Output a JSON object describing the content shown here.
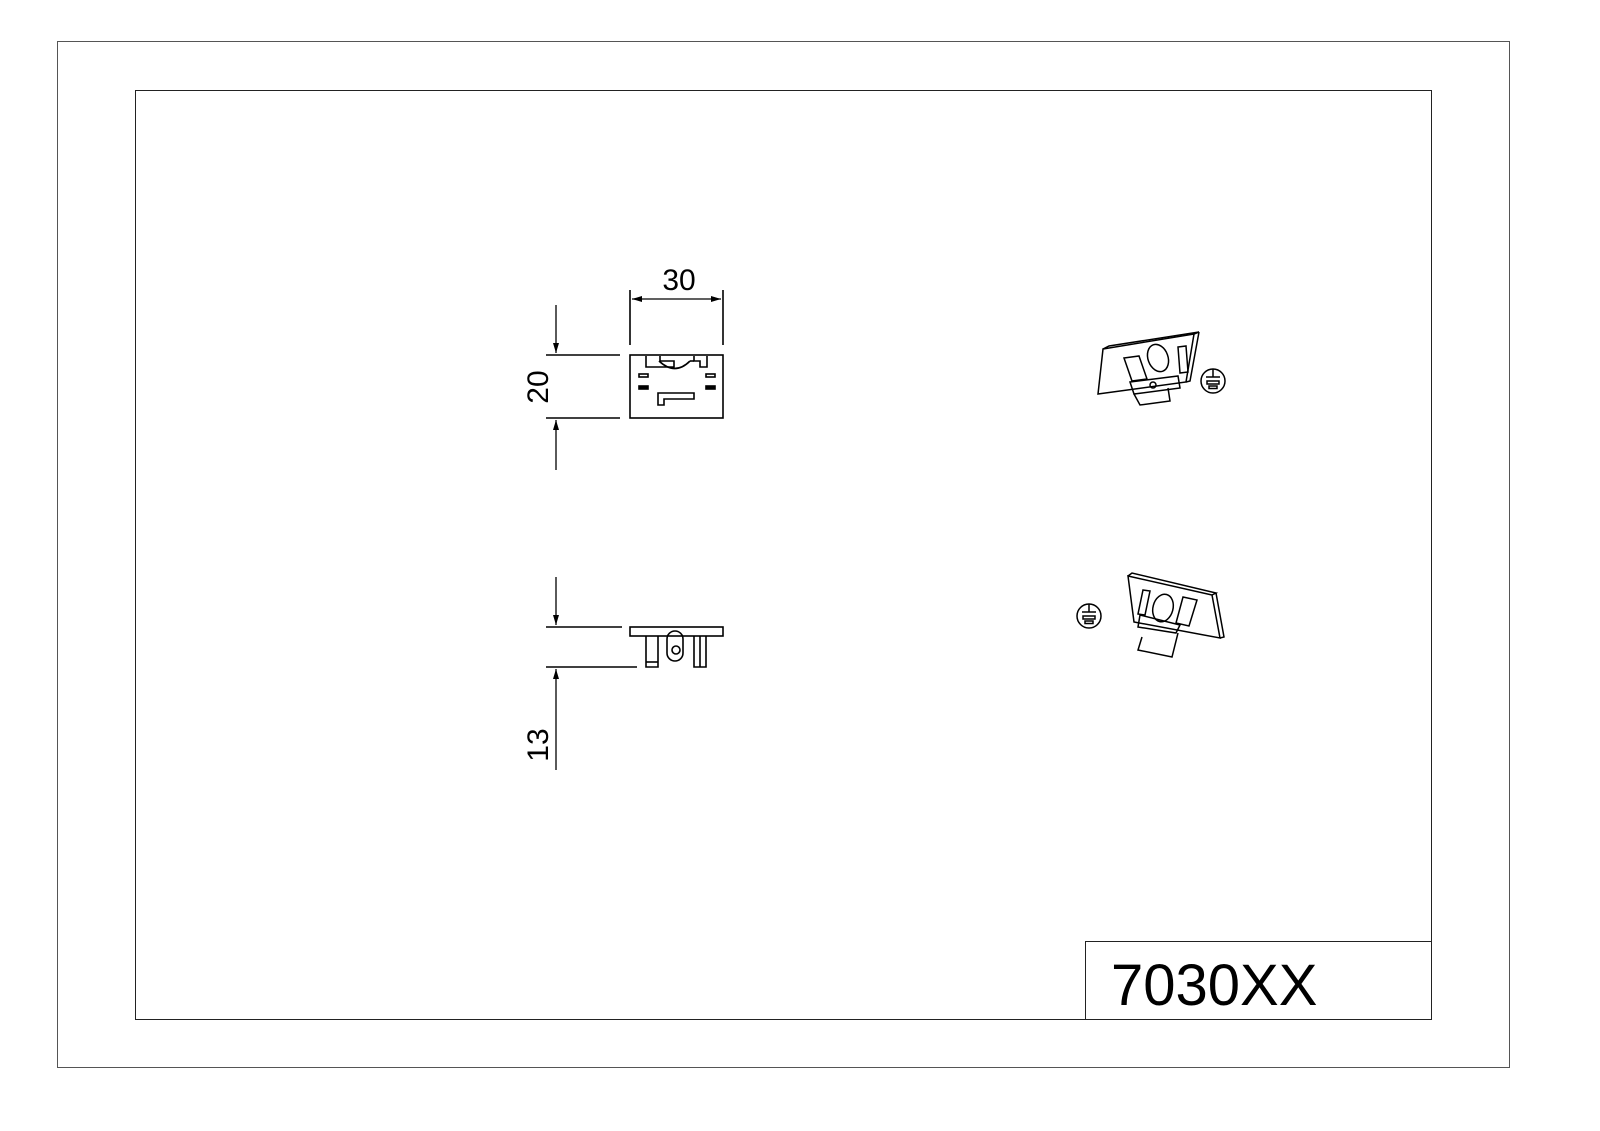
{
  "drawing": {
    "part_number": "7030XX",
    "front_view": {
      "width_dimension": "30",
      "height_dimension": "20"
    },
    "top_view": {
      "depth_dimension": "13"
    },
    "isometric_views": [
      {
        "label": "isometric-view-1",
        "symbol": "ground-earth-icon",
        "symbol_position": "right"
      },
      {
        "label": "isometric-view-2",
        "symbol": "ground-earth-icon",
        "symbol_position": "left"
      }
    ],
    "colors": {
      "line": "#000000",
      "frame": "#555555",
      "background": "#ffffff"
    }
  }
}
